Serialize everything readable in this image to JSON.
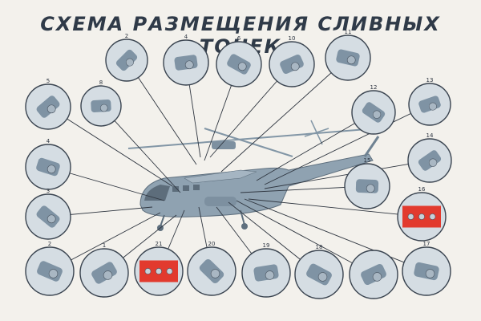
{
  "title": "СХЕМА РАЗМЕЩЕНИЯ СЛИВНЫХ ТОЧЕК",
  "colors": {
    "background": "#f3f1ec",
    "circle_fill": "#d5dde3",
    "part_color": "#7f93a4",
    "highlight_red": "#e23a2e",
    "helicopter": "#8fa2b1",
    "line": "#2f3640"
  },
  "callouts": [
    {
      "num": "2",
      "icon": "fitting-detail-icon"
    },
    {
      "num": "4",
      "icon": "pipe-elbow-icon"
    },
    {
      "num": "6",
      "icon": "filter-cylinder-icon"
    },
    {
      "num": "10",
      "icon": "valve-assembly-icon"
    },
    {
      "num": "11",
      "icon": "drain-cap-icon"
    },
    {
      "num": "5",
      "icon": "pipe-bend-icon"
    },
    {
      "num": "8",
      "icon": "drain-plug-icon"
    },
    {
      "num": "12",
      "icon": "valve-block-icon"
    },
    {
      "num": "13",
      "icon": "pipe-joint-icon"
    },
    {
      "num": "4",
      "icon": "pump-housing-icon"
    },
    {
      "num": "14",
      "icon": "tube-coupling-icon"
    },
    {
      "num": "15",
      "icon": "drain-valve-icon"
    },
    {
      "num": "3",
      "icon": "gear-box-icon"
    },
    {
      "num": "16",
      "icon": "red-panel-icon"
    },
    {
      "num": "2",
      "icon": "tap-fitting-icon"
    },
    {
      "num": "1",
      "icon": "bell-housing-icon"
    },
    {
      "num": "21",
      "icon": "red-bracket-icon"
    },
    {
      "num": "20",
      "icon": "valve-cross-icon"
    },
    {
      "num": "19",
      "icon": "drain-cup-icon"
    },
    {
      "num": "18",
      "icon": "strut-joint-icon"
    },
    {
      "num": "",
      "icon": "pipe-clamp-icon"
    },
    {
      "num": "17",
      "icon": "tube-elbow-icon"
    }
  ]
}
